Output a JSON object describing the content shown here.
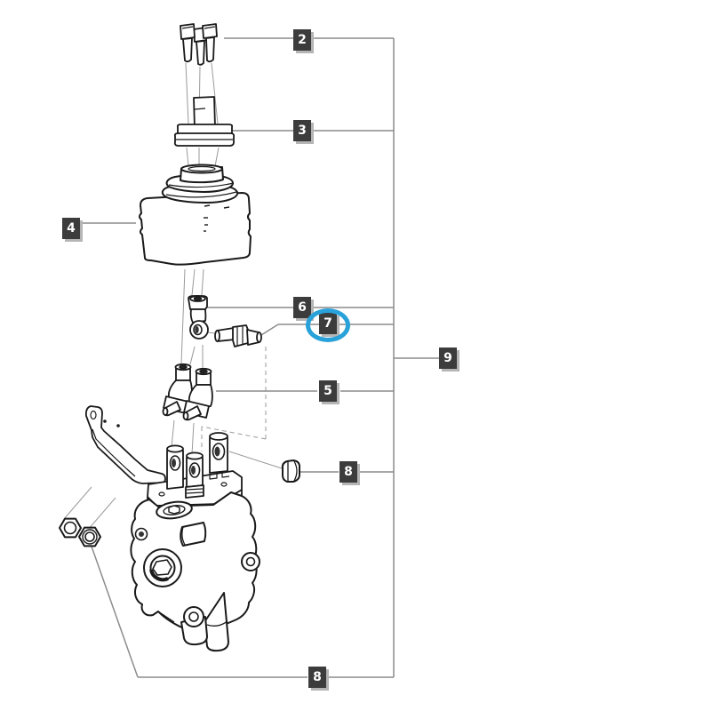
{
  "figure": {
    "type": "exploded-parts-diagram",
    "colors": {
      "background": "#ffffff",
      "part_line": "#1a1a1a",
      "leader_line": "#8c8c8c",
      "projection_line": "#9a9a9a",
      "label_bg": "#3c3c3c",
      "label_fg": "#ffffff",
      "label_shadow": "#b5b5b5",
      "highlight": "#29a1d9"
    },
    "callouts": [
      {
        "number": "2",
        "part": "cap-screws",
        "highlighted": false
      },
      {
        "number": "3",
        "part": "cover-plate",
        "highlighted": false
      },
      {
        "number": "4",
        "part": "rubber-boot",
        "highlighted": false
      },
      {
        "number": "6",
        "part": "link-rod-end",
        "highlighted": false
      },
      {
        "number": "7",
        "part": "stud-bolt",
        "highlighted": true
      },
      {
        "number": "5",
        "part": "ball-joint-links",
        "highlighted": false
      },
      {
        "number": "9",
        "part": "valve-assembly",
        "highlighted": false
      },
      {
        "number": "8",
        "part": "lock-nut",
        "highlighted": false
      },
      {
        "number": "8",
        "part": "lock-nuts",
        "highlighted": false
      }
    ]
  }
}
